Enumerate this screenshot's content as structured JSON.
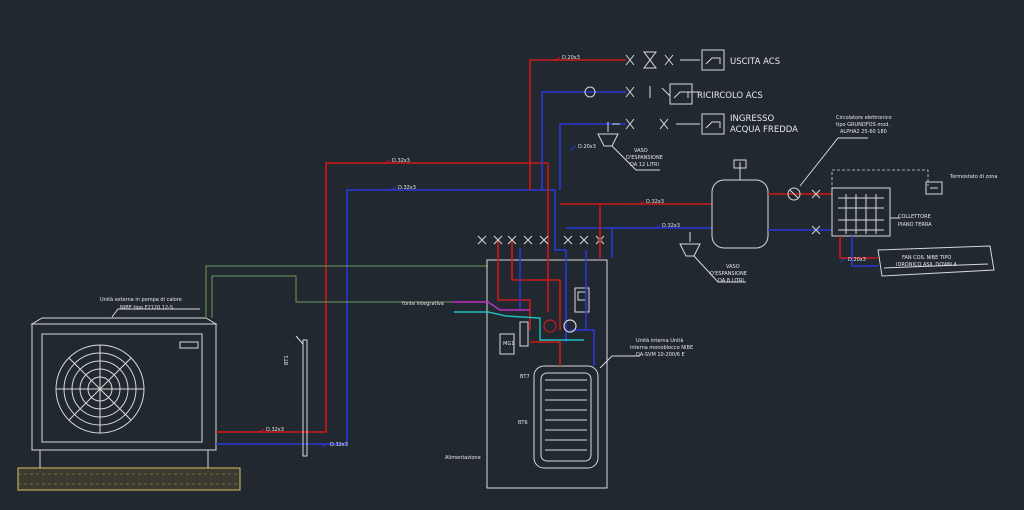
{
  "outputs": {
    "uscita_acs": "USCITA ACS",
    "ricircolo_acs": "RICIRCOLO ACS",
    "ingresso_line1": "INGRESSO",
    "ingresso_line2": "ACQUA FREDDA"
  },
  "vaso_12": {
    "line1": "VASO",
    "line2": "D'ESPANSIONE",
    "line3": "DA 12 LITRI"
  },
  "vaso_8": {
    "line1": "VASO",
    "line2": "D'ESPANSIONE",
    "line3": "DA 8 LITRI"
  },
  "circolatore": {
    "line1": "Circolatore elettronico",
    "line2": "tipo GRUNDFOS mod.",
    "line3": "ALPHA2 25-60 180"
  },
  "termostato": "Termostato di zona",
  "collettore": {
    "line1": "COLLETTORE",
    "line2": "PIANO TERRA"
  },
  "fan_coil": {
    "line1": "FAN COIL NIBE TIPO",
    "line2": "IDRONICO ASIL DOWN 4"
  },
  "unita_esterna": {
    "line1": "Unità esterna in pompa di calore",
    "line2": "NIBE tipo F2120 12-S"
  },
  "unita_interna": {
    "line1": "Unità interna Unità",
    "line2": "interna monoblocco NIBE",
    "line3": "DA-SVM 10-200/6 E"
  },
  "fonte_integrativa": "fonte integrativa",
  "alimentazione": "Alimentazione",
  "sensors": {
    "bt1": "BT1",
    "bt7": "BT7",
    "bt6": "BT6",
    "mg1": "MG1"
  },
  "pipe_tag": "D.32x3",
  "pipe_tag_b": "D.20x3"
}
